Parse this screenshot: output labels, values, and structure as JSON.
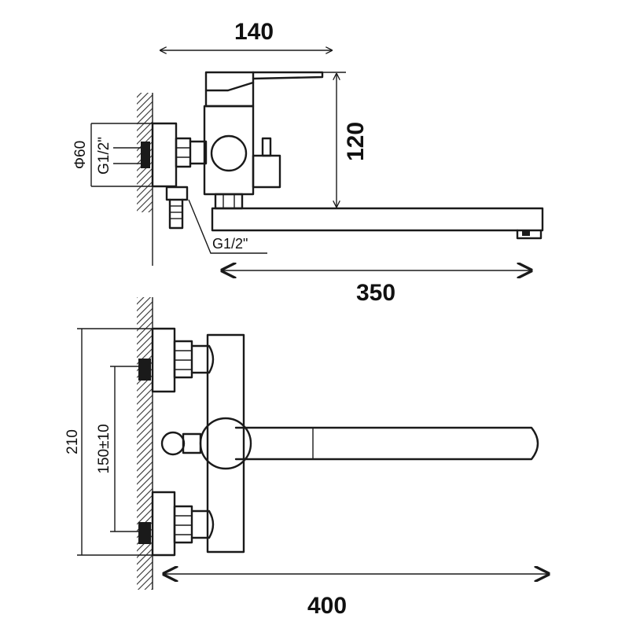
{
  "top_view": {
    "dim_width": "140",
    "dim_height": "120",
    "dim_spout": "350",
    "label_diameter": "Φ60",
    "label_thread_left": "G1/2\"",
    "label_thread_bottom": "G1/2\""
  },
  "front_view": {
    "dim_height": "210",
    "dim_spacing": "150±10",
    "dim_spout": "400"
  }
}
